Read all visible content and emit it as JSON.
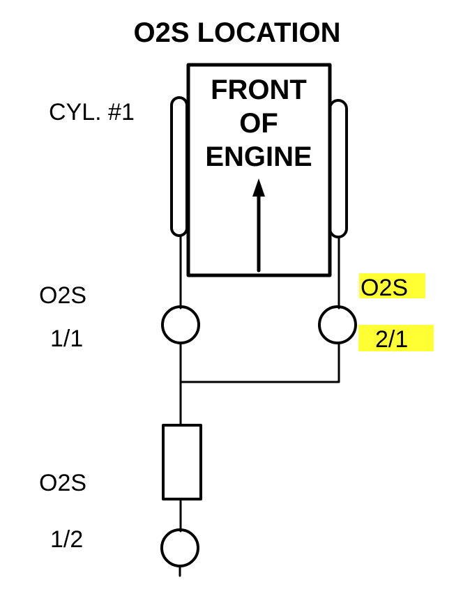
{
  "title": "O2S LOCATION",
  "cylinder_label": "CYL. #1",
  "engine_label": [
    "FRONT",
    "OF",
    "ENGINE"
  ],
  "sensors": [
    {
      "name": "O2S",
      "position": "1/1",
      "highlighted": false
    },
    {
      "name": "O2S",
      "position": "2/1",
      "highlighted": true
    },
    {
      "name": "O2S",
      "position": "1/2",
      "highlighted": false
    }
  ],
  "colors": {
    "ink": "#000000",
    "highlight": "#ffff33",
    "background": "#ffffff"
  }
}
